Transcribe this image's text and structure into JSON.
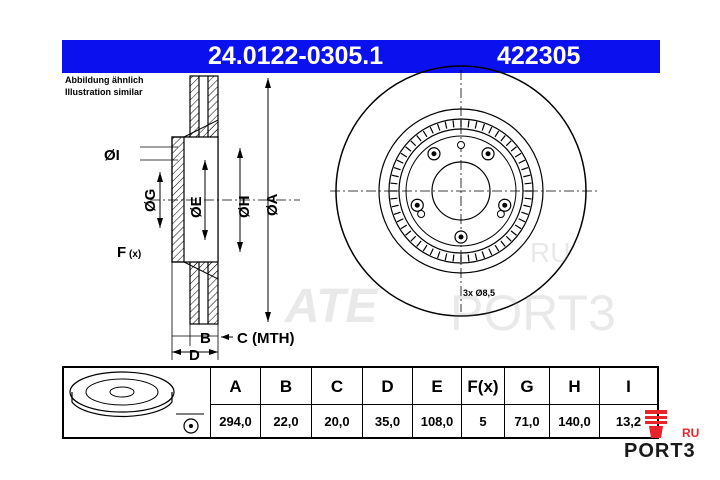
{
  "header": {
    "part_number": "24.0122-0305.1",
    "alt_number": "422305"
  },
  "note": {
    "line1": "Abbildung ähnlich",
    "line2": "Illustration similar"
  },
  "drawing_labels": {
    "dia_i": "ØI",
    "dia_g": "ØG",
    "dia_e": "ØE",
    "dia_h": "ØH",
    "dia_a": "ØA",
    "f": "F",
    "f_sub": "(x)",
    "b": "B",
    "c_mth": "C (MTH)",
    "d": "D",
    "holes": "3x Ø8,5"
  },
  "table": {
    "headers": [
      "A",
      "B",
      "C",
      "D",
      "E",
      "F(x)",
      "G",
      "H",
      "I"
    ],
    "values": [
      "294,0",
      "22,0",
      "20,0",
      "35,0",
      "108,0",
      "5",
      "71,0",
      "140,0",
      "13,2"
    ]
  },
  "watermark": {
    "ru": "RU",
    "brand": "PORT3"
  },
  "colors": {
    "header_bg": "#0a10ee",
    "watermark_red": "#e8242a"
  }
}
